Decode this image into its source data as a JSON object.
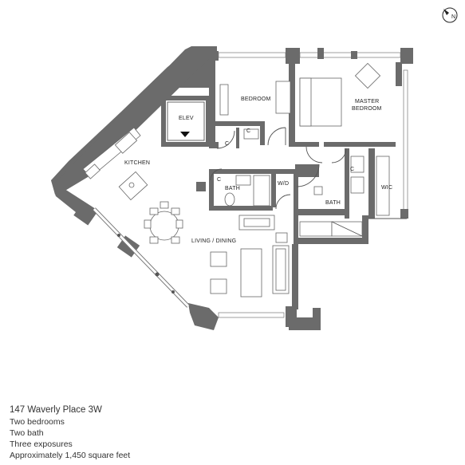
{
  "compass": {
    "label": "N",
    "icon": "north-arrow-icon"
  },
  "rooms": {
    "bedroom": "BEDROOM",
    "master_line1": "MASTER",
    "master_line2": "BEDROOM",
    "elev": "ELEV",
    "kitchen": "KITCHEN",
    "bath1": "BATH",
    "bath2": "BATH",
    "wd": "W/D",
    "wic": "WIC",
    "closet_a": "C",
    "closet_b": "C",
    "closet_c": "C",
    "closet_d": "C",
    "living": "LIVING / DINING"
  },
  "info": {
    "title": "147 Waverly Place 3W",
    "lines": [
      "Two bedrooms",
      "Two bath",
      "Three exposures",
      "Approximately 1,450 square feet"
    ]
  },
  "colors": {
    "wall": "#6b6b6b",
    "line": "#555555"
  }
}
